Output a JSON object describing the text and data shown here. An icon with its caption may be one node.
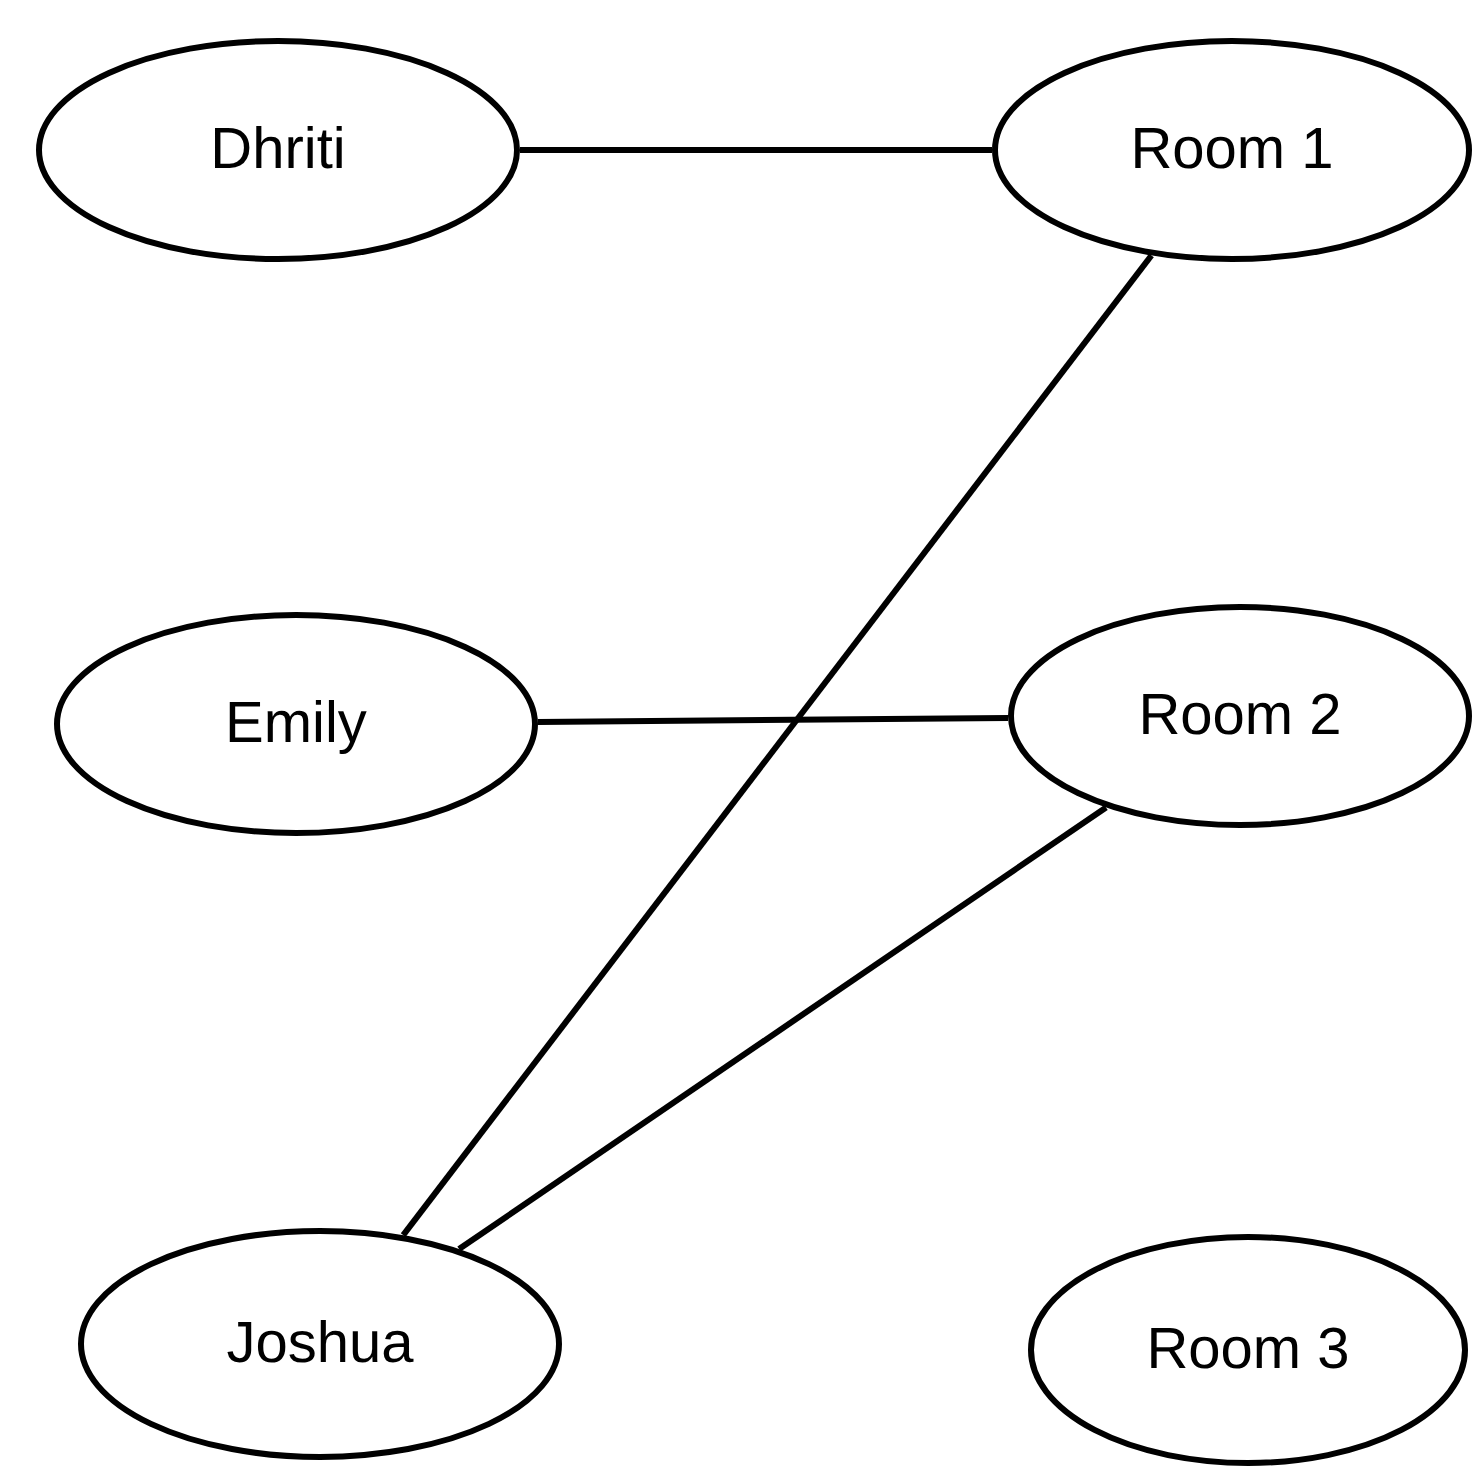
{
  "diagram": {
    "nodes": [
      {
        "text": [
          "Dhriti"
        ]
      },
      {
        "text": [
          "Room 1"
        ]
      },
      {
        "text": [
          "Emily"
        ]
      },
      {
        "text": [
          "Room 2"
        ]
      },
      {
        "text": [
          "Joshua"
        ]
      },
      {
        "text": [
          "Room 3"
        ]
      }
    ],
    "edges": [
      {
        "from": 0,
        "to": 1,
        "arrow": "none"
      },
      {
        "from": 1,
        "to": 4,
        "arrow": "none"
      },
      {
        "from": 2,
        "to": 3,
        "arrow": "none"
      },
      {
        "from": 3,
        "to": 4,
        "arrow": "none"
      }
    ]
  }
}
